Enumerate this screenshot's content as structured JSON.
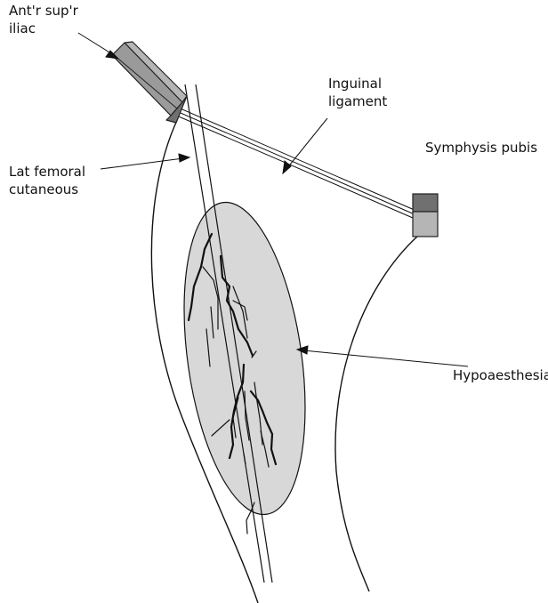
{
  "labels": {
    "asis_line1": "Ant'r sup'r",
    "asis_line2": "iliac",
    "inguinal_line1": "Inguinal",
    "inguinal_line2": "ligament",
    "symphysis": "Symphysis pubis",
    "lfc_line1": "Lat femoral",
    "lfc_line2": "cutaneous",
    "hypo": "Hypoaesthesia"
  },
  "colors": {
    "line": "#111111",
    "hypoaesthesia_fill": "#d8d8d8",
    "bone_light": "#b5b5b5",
    "bone_mid": "#9a9a9a",
    "bone_dark": "#707070"
  }
}
